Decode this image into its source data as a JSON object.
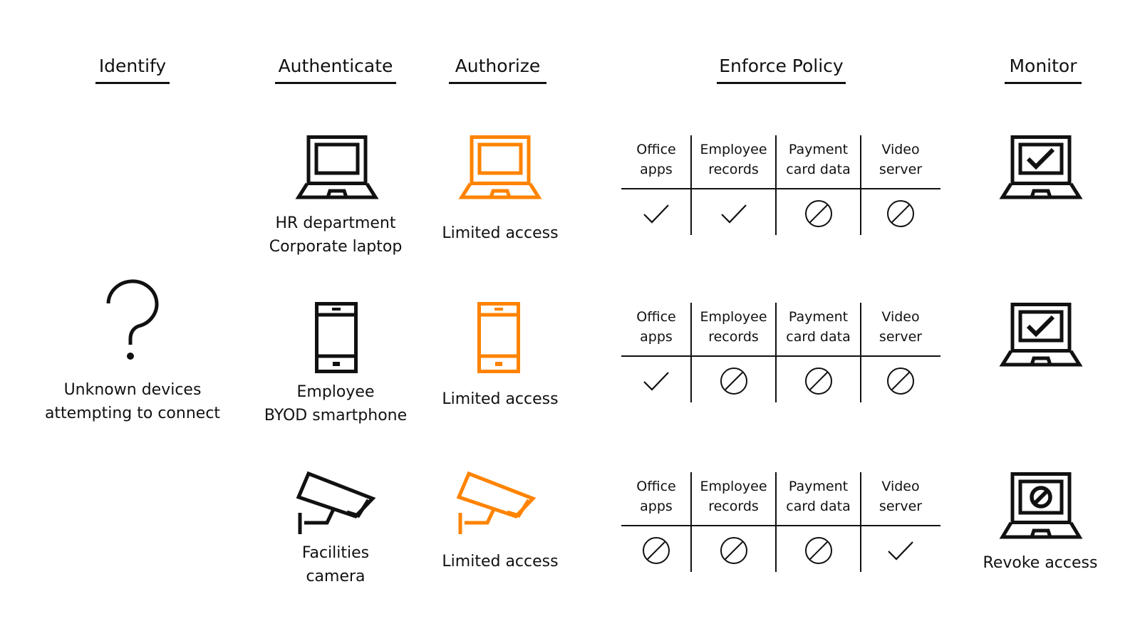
{
  "stages": [
    {
      "label": "Identify"
    },
    {
      "label": "Authenticate"
    },
    {
      "label": "Authorize"
    },
    {
      "label": "Enforce Policy"
    },
    {
      "label": "Monitor"
    }
  ],
  "identify": {
    "icon": "question-mark-icon",
    "label_line1": "Unknown devices",
    "label_line2": "attempting to connect"
  },
  "colors": {
    "ink": "#111111",
    "accent": "#FF8300"
  },
  "rows": [
    {
      "device_icon": "laptop-icon",
      "auth_line1": "HR department",
      "auth_line2": "Corporate laptop",
      "authorize_label": "Limited access",
      "policy": {
        "headers": [
          {
            "line1": "Office",
            "line2": "apps"
          },
          {
            "line1": "Employee",
            "line2": "records"
          },
          {
            "line1": "Payment",
            "line2": "card data"
          },
          {
            "line1": "Video",
            "line2": "server"
          }
        ],
        "access": [
          "allowed",
          "allowed",
          "blocked",
          "blocked"
        ]
      },
      "monitor": {
        "icon": "laptop-check-icon",
        "label": ""
      }
    },
    {
      "device_icon": "smartphone-icon",
      "auth_line1": "Employee",
      "auth_line2": "BYOD smartphone",
      "authorize_label": "Limited access",
      "policy": {
        "headers": [
          {
            "line1": "Office",
            "line2": "apps"
          },
          {
            "line1": "Employee",
            "line2": "records"
          },
          {
            "line1": "Payment",
            "line2": "card data"
          },
          {
            "line1": "Video",
            "line2": "server"
          }
        ],
        "access": [
          "allowed",
          "blocked",
          "blocked",
          "blocked"
        ]
      },
      "monitor": {
        "icon": "laptop-check-icon",
        "label": ""
      }
    },
    {
      "device_icon": "security-camera-icon",
      "auth_line1": "Facilities",
      "auth_line2": "camera",
      "authorize_label": "Limited access",
      "policy": {
        "headers": [
          {
            "line1": "Office",
            "line2": "apps"
          },
          {
            "line1": "Employee",
            "line2": "records"
          },
          {
            "line1": "Payment",
            "line2": "card data"
          },
          {
            "line1": "Video",
            "line2": "server"
          }
        ],
        "access": [
          "blocked",
          "blocked",
          "blocked",
          "allowed"
        ]
      },
      "monitor": {
        "icon": "laptop-blocked-icon",
        "label": "Revoke access"
      }
    }
  ]
}
